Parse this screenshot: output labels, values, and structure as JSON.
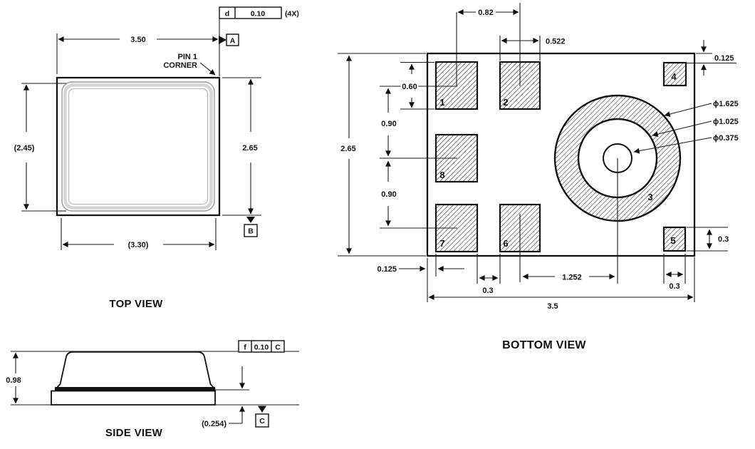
{
  "top": {
    "title": "TOP VIEW",
    "dim_width": "3.50",
    "dim_lid_height": "(2.45)",
    "dim_height": "2.65",
    "dim_lid_width": "(3.30)",
    "pin1_line1": "PIN 1",
    "pin1_line2": "CORNER",
    "fcf_symbol": "d",
    "fcf_tolerance": "0.10",
    "fcf_qty": "(4X)",
    "datum_a": "A",
    "datum_b": "B"
  },
  "side": {
    "title": "SIDE VIEW",
    "dim_height": "0.98",
    "dim_base_thickness": "(0.254)",
    "fcf_symbol": "f",
    "fcf_tolerance": "0.10",
    "fcf_datum": "C",
    "datum_c": "C"
  },
  "bottom": {
    "title": "BOTTOM VIEW",
    "dim_pad_pitch_x": "0.82",
    "dim_pad2_width": "0.522",
    "dim_corner_pad_top_offset": "0.125",
    "dim_height": "2.65",
    "dim_pad_height": "0.60",
    "dim_pad_pitch_y1": "0.90",
    "dim_pad_pitch_y2": "0.90",
    "dim_edge_offset": "0.125",
    "dim_pad_gap": "0.3",
    "dim_port_offset": "1.252",
    "dim_corner_pad_width": "0.3",
    "dim_corner_pad_height": "0.3",
    "dim_width": "3.5",
    "pad_1": "1",
    "pad_2": "2",
    "pad_3": "3",
    "pad_4": "4",
    "pad_5": "5",
    "pad_6": "6",
    "pad_7": "7",
    "pad_8": "8",
    "dia_outer": "ϕ1.625",
    "dia_mid": "ϕ1.025",
    "dia_port": "ϕ0.375"
  }
}
